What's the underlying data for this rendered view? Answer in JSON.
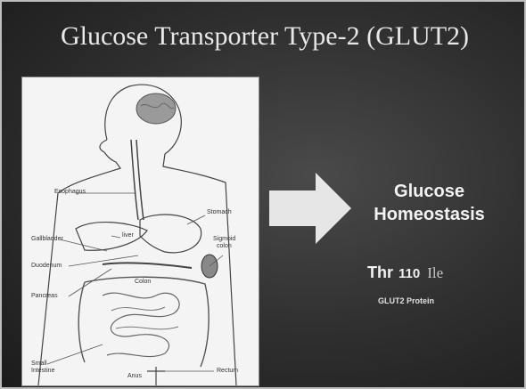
{
  "slide": {
    "title": "Glucose Transporter Type-2 (GLUT2)",
    "outcome_line1": "Glucose",
    "outcome_line2": "Homeostasis",
    "variant_from": "Thr",
    "variant_position": "110",
    "variant_to": "Ile",
    "protein_label": "GLUT2 Protein"
  },
  "figure": {
    "labels": {
      "esophagus": "Esophagus",
      "stomach": "Stomach",
      "gallbladder": "Gallbladder",
      "liver": "liver",
      "sigmoid_colon_1": "Sigmoid",
      "sigmoid_colon_2": "colon",
      "duodenum": "Duodenum",
      "pancreas": "Pancreas",
      "colon": "Colon",
      "small_intestine_1": "Small",
      "small_intestine_2": "Intestine",
      "anus": "Anus",
      "rectum": "Rectum"
    }
  },
  "colors": {
    "background": "#2e2e2e",
    "arrow": "#e6e6e6",
    "text": "#f2f2f2"
  }
}
